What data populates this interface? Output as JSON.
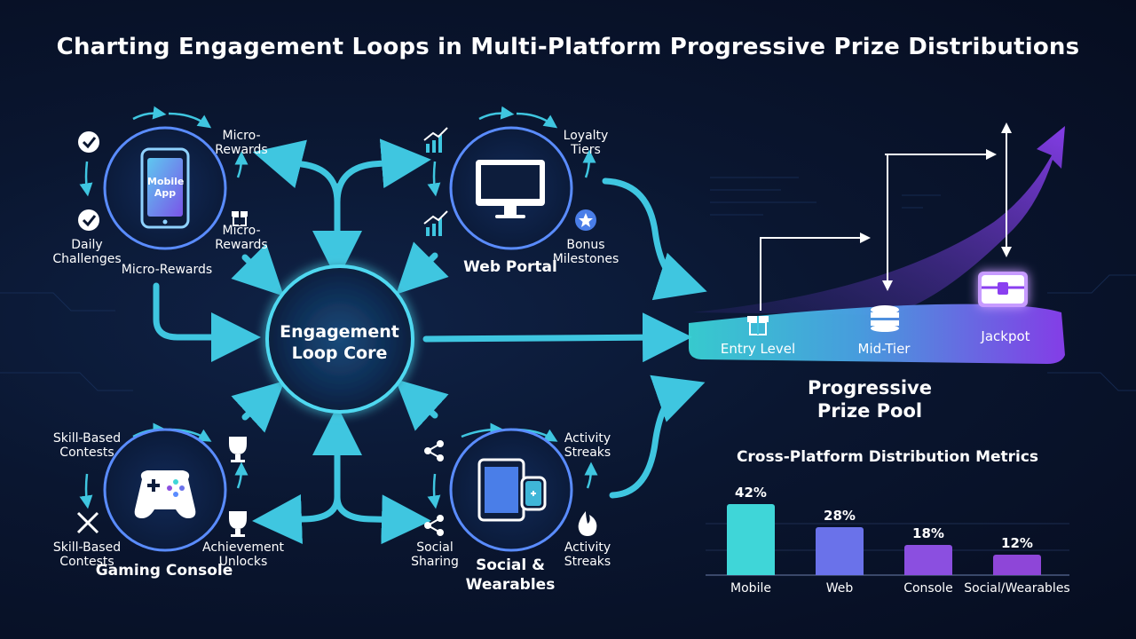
{
  "title": "Charting Engagement Loops in Multi-Platform Progressive Prize Distributions",
  "core": {
    "label": "Engagement\nLoop Core"
  },
  "platforms": {
    "mobile": {
      "name": "",
      "device_text": "Mobile\nApp",
      "labels": [
        "Micro-\nRewards",
        "Micro-\nRewards",
        "Daily\nChallenges",
        "Micro-Rewards"
      ]
    },
    "web": {
      "name": "Web Portal",
      "labels": [
        "Loyalty\nTiers",
        "Bonus\nMilestones"
      ]
    },
    "console": {
      "name": "Gaming Console",
      "labels": [
        "Skill-Based\nContests",
        "Skill-Based\nContests",
        "Achievement\nUnlocks"
      ]
    },
    "social": {
      "name": "Social &\nWearables",
      "labels": [
        "Activity\nStreaks",
        "Activity\nStreaks",
        "Social\nSharing"
      ]
    }
  },
  "prize_pool": {
    "title": "Progressive\nPrize Pool",
    "tiers": [
      "Entry Level",
      "Mid-Tier",
      "Jackpot"
    ]
  },
  "chart_data": {
    "type": "bar",
    "title": "Cross-Platform Distribution Metrics",
    "categories": [
      "Mobile",
      "Web",
      "Console",
      "Social/Wearables"
    ],
    "values": [
      42,
      28,
      18,
      12
    ],
    "value_labels": [
      "42%",
      "28%",
      "18%",
      "12%"
    ],
    "ylim": [
      0,
      45
    ],
    "colors": [
      "#3fd6d8",
      "#6a72ea",
      "#8b4fe0",
      "#8e46d8"
    ]
  },
  "colors": {
    "arrow": "#3fc6e0",
    "ring": "#5a8cff",
    "core_glow": "#4fd8f0",
    "ramp_start": "#3fd6d8",
    "ramp_end": "#8a3ff0"
  },
  "icons": [
    "check-icon",
    "gift-icon",
    "trending-up-icon",
    "star-badge-icon",
    "trophy-icon",
    "crossed-swords-icon",
    "share-icon",
    "flame-icon",
    "database-icon",
    "treasure-chest-icon",
    "phone-icon",
    "monitor-icon",
    "gamepad-icon",
    "tablet-watch-icon"
  ]
}
